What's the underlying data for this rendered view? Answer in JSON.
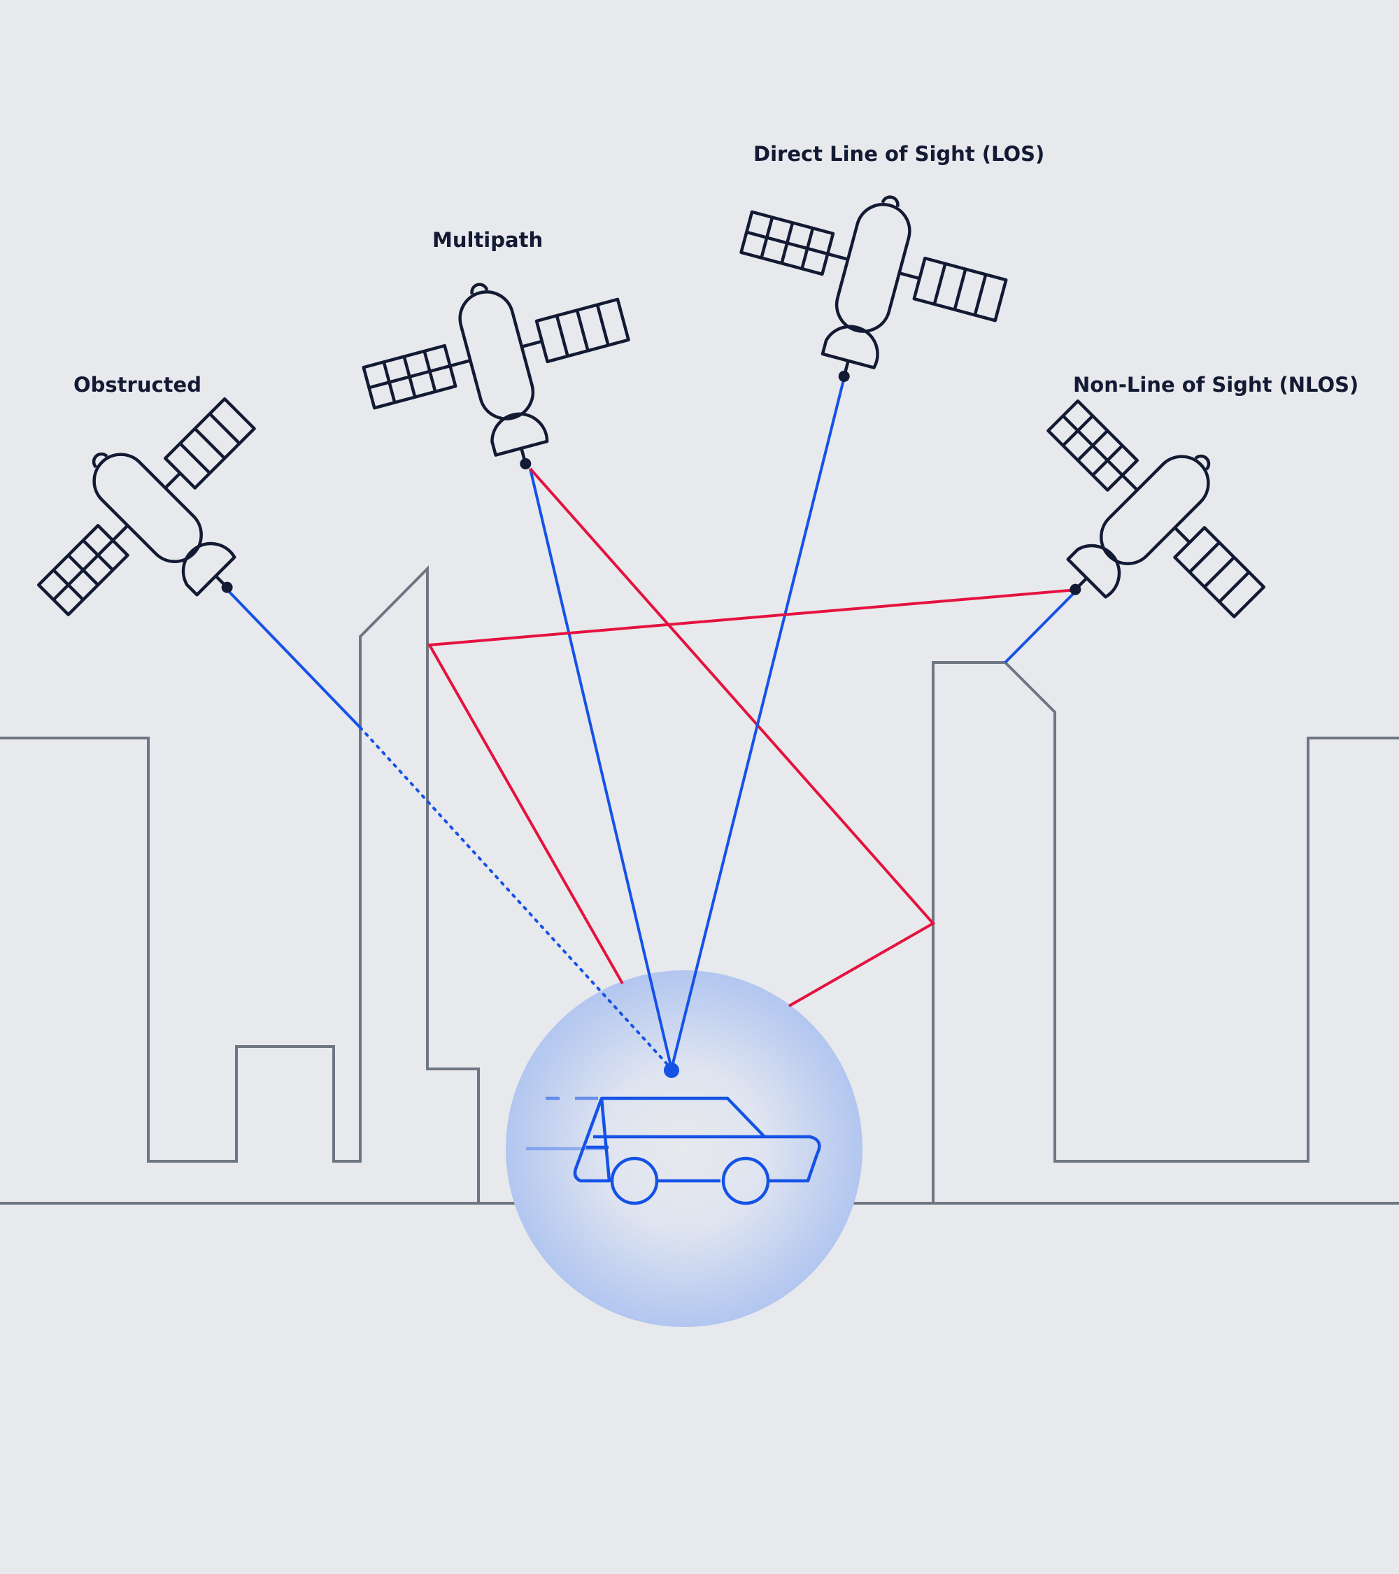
{
  "labels": {
    "obstructed": "Obstructed",
    "multipath": "Multipath",
    "los": "Direct Line of Sight (LOS)",
    "nlos": "Non-Line of Sight (NLOS)"
  },
  "colors": {
    "background": "#e8e9ed",
    "building": "#6f7683",
    "direct_signal": "#1552e6",
    "reflected_signal": "#e5123f",
    "satellite": "#131a33",
    "vehicle": "#1552e6"
  },
  "icons": [
    "satellite-icon",
    "car-icon"
  ]
}
